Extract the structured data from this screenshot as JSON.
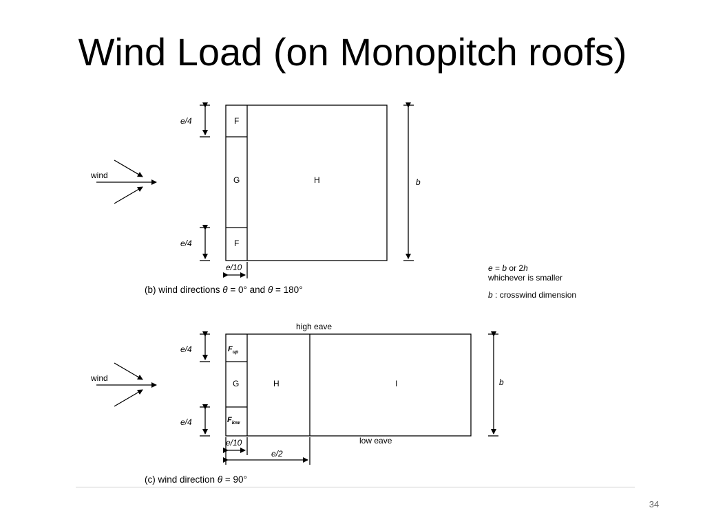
{
  "title": "Wind Load (on Monopitch roofs)",
  "page_number": "34",
  "figure_b": {
    "wind_label": "wind",
    "dim_e4_top": "e/4",
    "dim_e4_bottom": "e/4",
    "dim_e10": "e/10",
    "dim_b": "b",
    "zone_f_top": "F",
    "zone_g": "G",
    "zone_h": "H",
    "zone_f_bottom": "F",
    "caption_prefix": "(b) wind directions ",
    "caption_theta1": "θ",
    "caption_mid": " = 0° and ",
    "caption_theta2": "θ",
    "caption_suffix": " = 180°"
  },
  "notes": {
    "line1_e": "e",
    "line1_mid": " = ",
    "line1_b": "b",
    "line1_or": " or 2",
    "line1_h": "h",
    "line2": "whichever is smaller",
    "line3_b": "b",
    "line3_rest": " : crosswind dimension"
  },
  "figure_c": {
    "wind_label": "wind",
    "high_eave": "high eave",
    "low_eave": "low eave",
    "dim_e4_top": "e/4",
    "dim_e4_bottom": "e/4",
    "dim_e10": "e/10",
    "dim_e2": "e/2",
    "dim_b": "b",
    "zone_f_up_main": "F",
    "zone_f_up_sub": "up",
    "zone_g": "G",
    "zone_h": "H",
    "zone_i": "I",
    "zone_f_low_main": "F",
    "zone_f_low_sub": "low",
    "caption_prefix": "(c) wind direction ",
    "caption_theta": "θ",
    "caption_suffix": " = 90°"
  }
}
